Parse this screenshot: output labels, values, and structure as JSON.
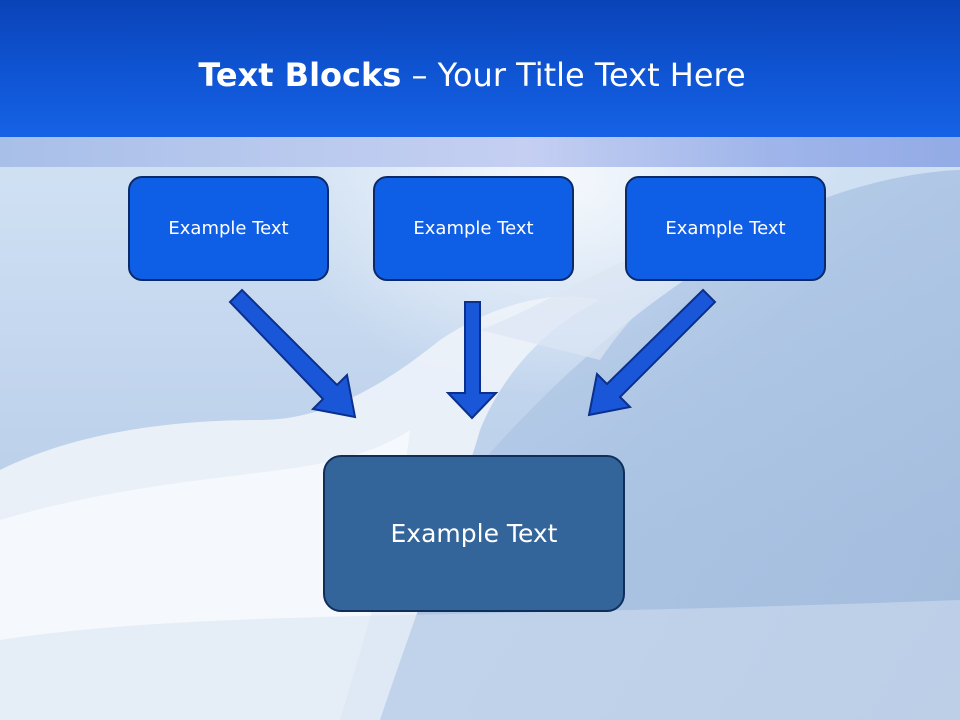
{
  "slide": {
    "title_bold": "Text Blocks",
    "title_dash": " – ",
    "title_rest": "Your Title Text Here"
  },
  "blocks": {
    "left": "Example Text",
    "center": "Example Text",
    "right": "Example Text",
    "main": "Example Text"
  },
  "colors": {
    "title_band": "#0f55d4",
    "block_fill": "#0f5fe6",
    "main_block_fill": "#34659a",
    "arrow_fill": "#1a57d8",
    "border": "#0b2a6a"
  }
}
